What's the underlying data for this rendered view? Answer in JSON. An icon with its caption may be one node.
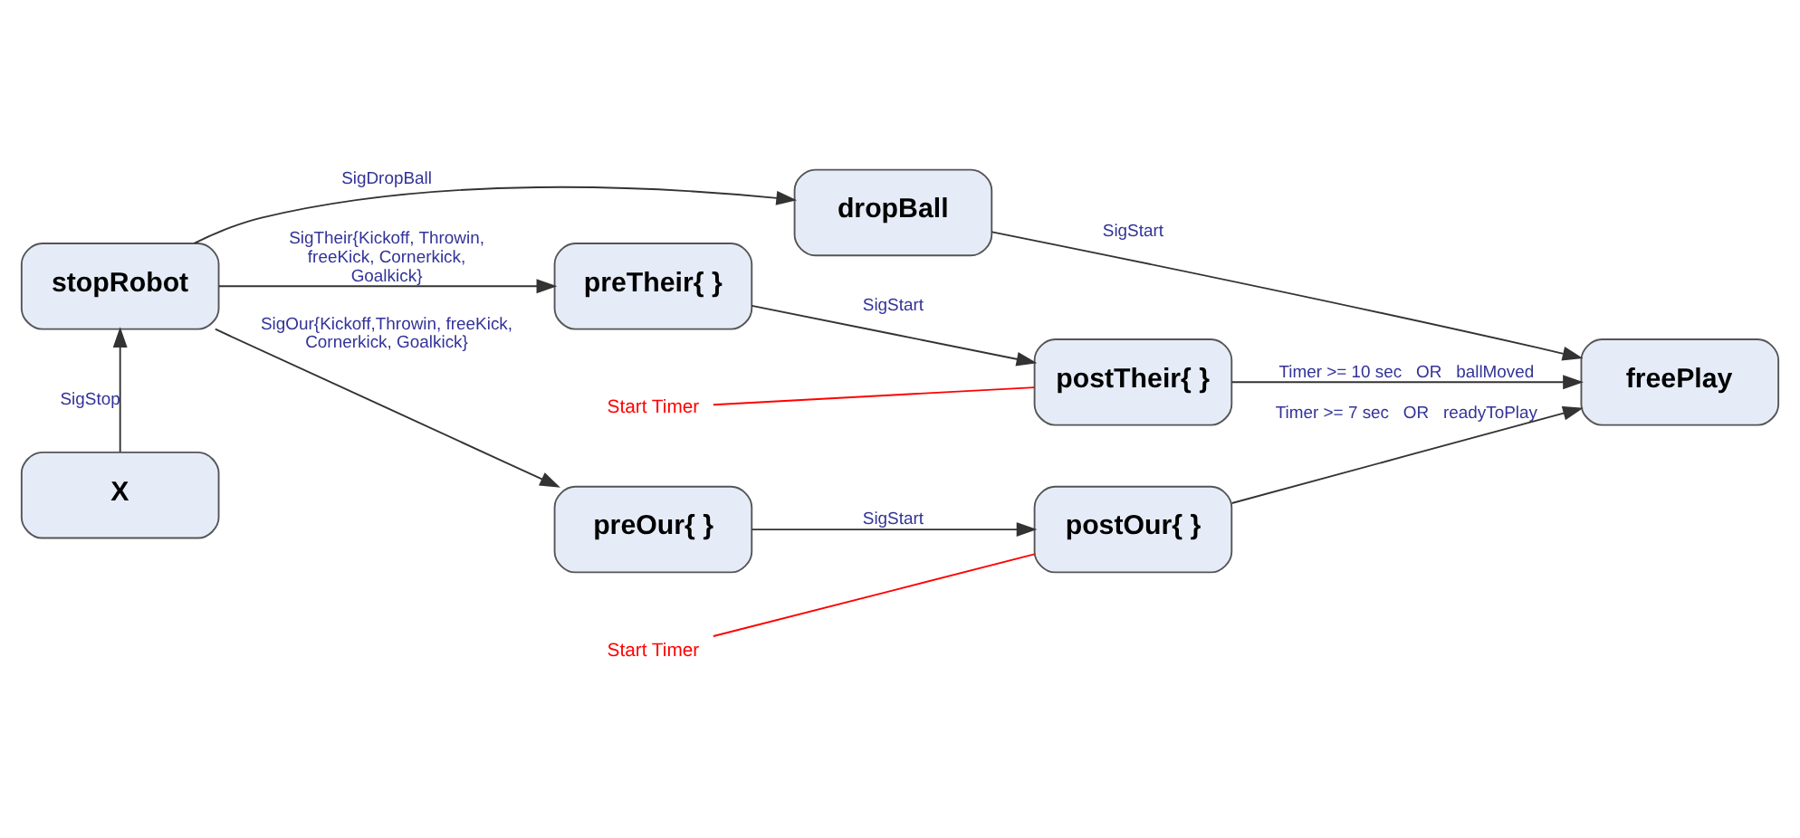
{
  "diagram": {
    "nodes": [
      {
        "text": [
          "X"
        ]
      },
      {
        "text": [
          "stopRobot"
        ]
      },
      {
        "text": [
          "preTheir{ }"
        ]
      },
      {
        "text": [
          "postTheir{ }"
        ]
      },
      {
        "text": [
          "dropBall"
        ]
      },
      {
        "text": [
          "freePlay"
        ]
      },
      {
        "text": [
          "preOur{ }"
        ]
      },
      {
        "text": [
          "postOur{ }"
        ]
      },
      {
        "text": [
          "Start Timer"
        ]
      },
      {
        "text": [
          "Start Timer"
        ]
      }
    ],
    "edges": [
      {
        "from": 0,
        "to": 1,
        "arrow": "to",
        "label": "SigStop"
      },
      {
        "from": 1,
        "to": 2,
        "arrow": "to",
        "label": "SigTheir{Kickoff, Throwin, freeKick, Cornerkick, Goalkick}"
      },
      {
        "from": 2,
        "to": 3,
        "arrow": "to",
        "label": "SigStart"
      },
      {
        "from": 3,
        "to": 5,
        "arrow": "to",
        "label": "Timer >= 10 sec   OR   ballMoved"
      },
      {
        "from": 1,
        "to": 4,
        "arrow": "to",
        "label": "SigDropBall"
      },
      {
        "from": 4,
        "to": 5,
        "arrow": "to",
        "label": "SigStart"
      },
      {
        "from": 1,
        "to": 6,
        "arrow": "to",
        "label": "SigOur{Kickoff,Throwin, freeKick, Cornerkick, Goalkick}"
      },
      {
        "from": 6,
        "to": 7,
        "arrow": "to",
        "label": "SigStart"
      },
      {
        "from": 7,
        "to": 5,
        "arrow": "to",
        "label": "Timer >= 7 sec   OR   readyToPlay"
      },
      {
        "from": 8,
        "to": 3,
        "arrow": "none",
        "color": "#ff0000"
      },
      {
        "from": 9,
        "to": 7,
        "arrow": "none",
        "color": "#ff0000"
      }
    ]
  }
}
